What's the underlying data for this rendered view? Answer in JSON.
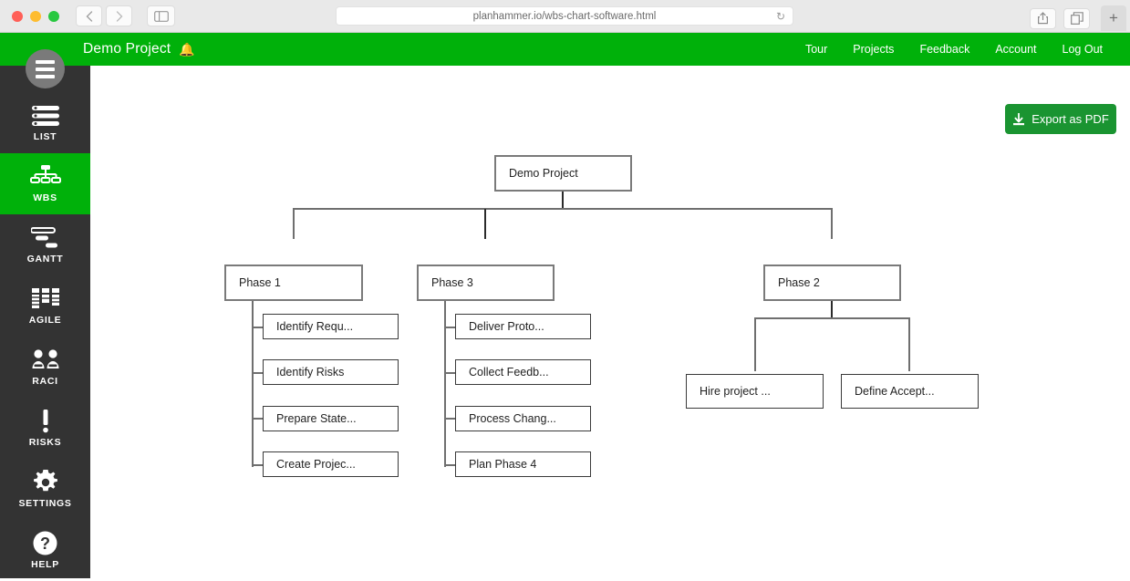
{
  "browser": {
    "url": "planhammer.io/wbs-chart-software.html",
    "reload_icon": "reload-icon",
    "back_icon": "chevron-left-icon",
    "forward_icon": "chevron-right-icon",
    "sidebar_icon": "sidebar-toggle-icon",
    "share_icon": "share-icon",
    "tabs_icon": "tabs-overview-icon",
    "newtab_label": "+"
  },
  "header": {
    "title": "Demo Project",
    "bell_icon": "notification-bell-icon",
    "nav": [
      {
        "label": "Tour"
      },
      {
        "label": "Projects"
      },
      {
        "label": "Feedback"
      },
      {
        "label": "Account"
      },
      {
        "label": "Log Out"
      }
    ]
  },
  "sidebar": {
    "menu_icon": "hamburger-menu-icon",
    "items": [
      {
        "label": "LIST",
        "icon": "list-icon",
        "active": false
      },
      {
        "label": "WBS",
        "icon": "wbs-tree-icon",
        "active": true
      },
      {
        "label": "GANTT",
        "icon": "gantt-icon",
        "active": false
      },
      {
        "label": "AGILE",
        "icon": "agile-board-icon",
        "active": false
      },
      {
        "label": "RACI",
        "icon": "raci-people-icon",
        "active": false
      },
      {
        "label": "RISKS",
        "icon": "risk-exclamation-icon",
        "active": false
      },
      {
        "label": "SETTINGS",
        "icon": "gear-icon",
        "active": false
      },
      {
        "label": "HELP",
        "icon": "question-mark-icon",
        "active": false
      }
    ]
  },
  "toolbar": {
    "export_label": "Export as PDF",
    "export_icon": "download-icon"
  },
  "colors": {
    "brand_green": "#00b10a",
    "export_green": "#1a9431",
    "sidebar_dark": "#333333",
    "node_border_gray": "#7a7a7a",
    "leaf_border": "#3a3a3a"
  },
  "wbs": {
    "root": {
      "label": "Demo Project"
    },
    "phases": [
      {
        "label": "Phase 1",
        "children": [
          {
            "label": "Identify Requ..."
          },
          {
            "label": "Identify Risks"
          },
          {
            "label": "Prepare State..."
          },
          {
            "label": "Create Projec..."
          }
        ]
      },
      {
        "label": "Phase 3",
        "children": [
          {
            "label": "Deliver Proto..."
          },
          {
            "label": "Collect Feedb..."
          },
          {
            "label": "Process Chang..."
          },
          {
            "label": "Plan Phase 4"
          }
        ]
      },
      {
        "label": "Phase 2",
        "children": [
          {
            "label": "Hire project ..."
          },
          {
            "label": "Define Accept..."
          }
        ]
      }
    ]
  }
}
